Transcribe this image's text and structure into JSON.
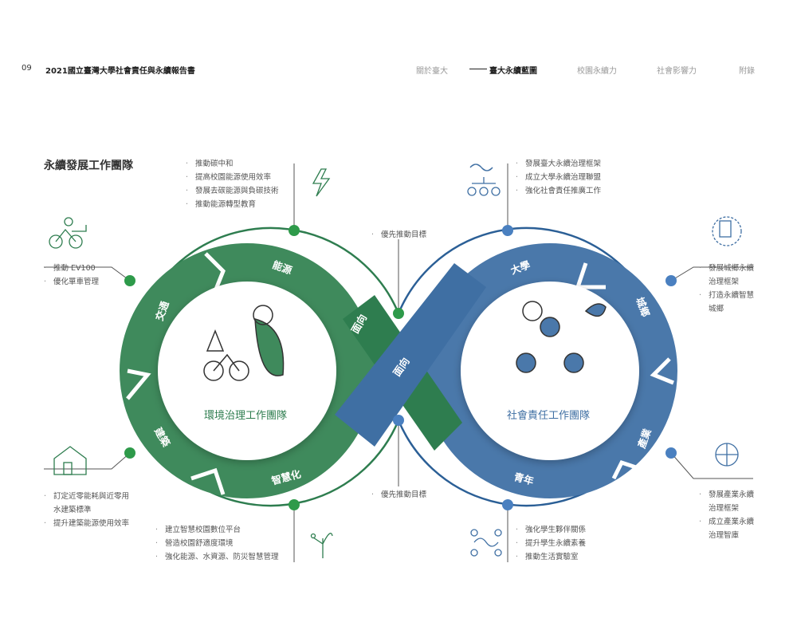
{
  "header": {
    "page_number": "09",
    "report_title": "2021國立臺灣大學社會責任與永續報告書",
    "nav": [
      {
        "label": "關於臺大",
        "active": false
      },
      {
        "label": "臺大永續藍圖",
        "active": true
      },
      {
        "label": "校園永續力",
        "active": false
      },
      {
        "label": "社會影響力",
        "active": false
      },
      {
        "label": "附錄",
        "active": false
      }
    ]
  },
  "section_title": "永續發展工作團隊",
  "left_team": "環境治理工作團隊",
  "right_team": "社會責任工作團隊",
  "colors": {
    "green": "#2e7d4f",
    "blue": "#3f6fa3"
  },
  "ring_labels": {
    "energy": "能源",
    "transport": "交通",
    "building": "建築",
    "smart": "智慧化",
    "aspect1": "面向",
    "aspect2": "面向",
    "university": "大學",
    "urban": "城鄉",
    "youth": "青年",
    "industry": "產業"
  },
  "priority": [
    "優先推動目標",
    "優先推動目標"
  ],
  "energy_items": [
    "推動碳中和",
    "提高校園能源使用效率",
    "發展去碳能源與負碳技術",
    "推動能源轉型教育"
  ],
  "transport_items": [
    "推動 EV100",
    "優化單車管理"
  ],
  "building_items": [
    "訂定近零能耗與近零用水建築標準",
    "提升建築能源使用效率"
  ],
  "smart_items": [
    "建立智慧校園數位平台",
    "營造校園舒適度環境",
    "強化能源、水資源、防災智慧管理"
  ],
  "university_items": [
    "發展臺大永續治理框架",
    "成立大學永續治理聯盟",
    "強化社會責任推廣工作"
  ],
  "urban_items": [
    "發展城鄉永續治理框架",
    "打造永續智慧城鄉"
  ],
  "industry_items": [
    "發展產業永續治理框架",
    "成立產業永續治理智庫"
  ],
  "youth_items": [
    "強化學生夥伴關係",
    "提升學生永續素養",
    "推動生活實驗室"
  ]
}
